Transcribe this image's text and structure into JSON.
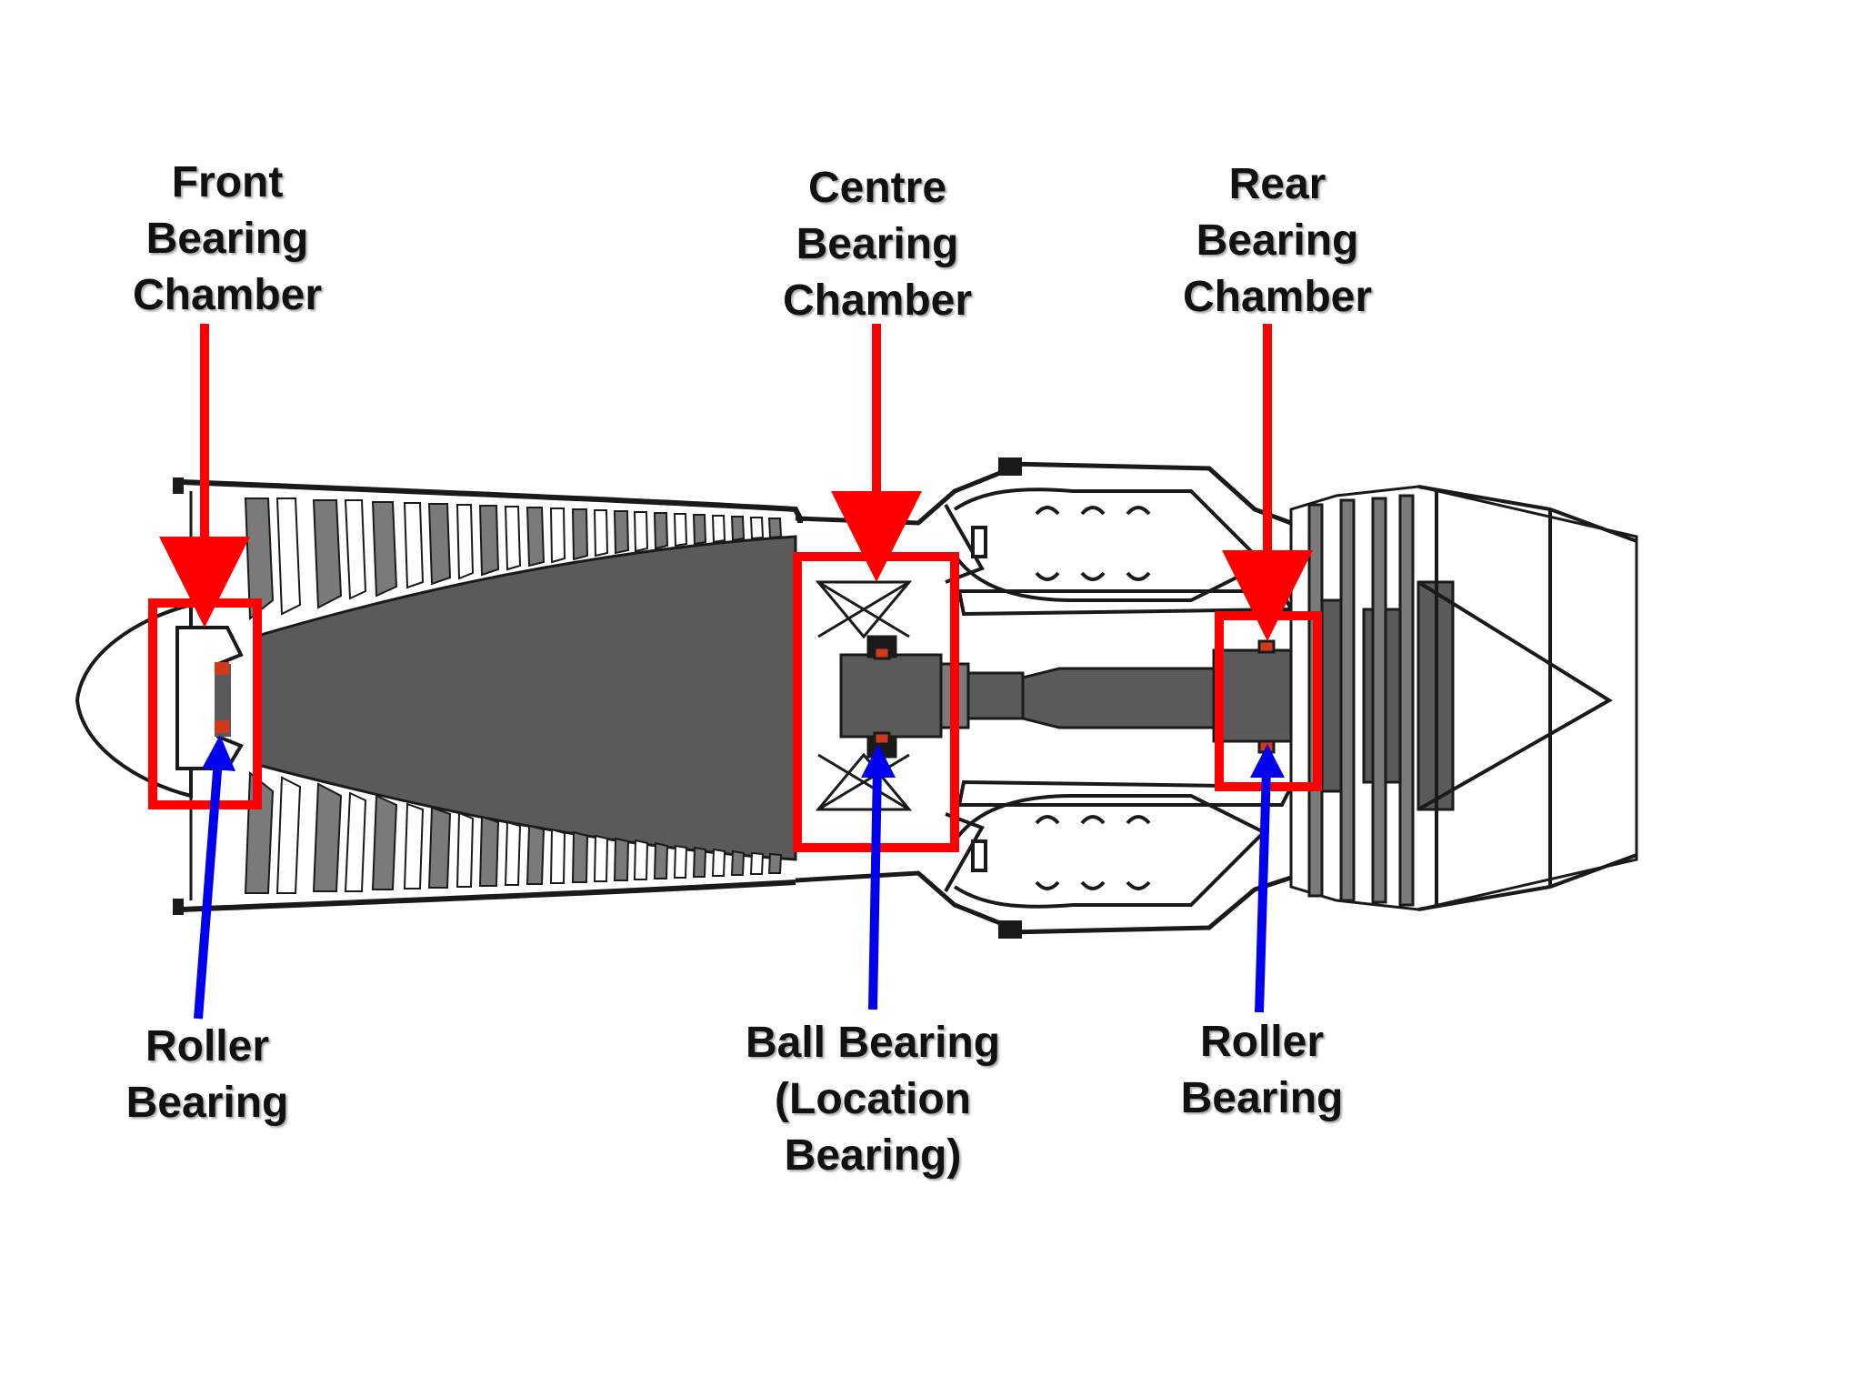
{
  "colors": {
    "chamber_marker": "#ff0000",
    "bearing_arrow": "#0000ee",
    "engine_dark": "#5a5a5a",
    "engine_mid": "#7a7a7a",
    "bearing_pad": "#d03a1a",
    "outline": "#1a1a1a"
  },
  "labels": {
    "front_chamber": [
      "Front",
      "Bearing",
      "Chamber"
    ],
    "centre_chamber": [
      "Centre",
      "Bearing",
      "Chamber"
    ],
    "rear_chamber": [
      "Rear",
      "Bearing",
      "Chamber"
    ],
    "front_roller": [
      "Roller",
      "Bearing"
    ],
    "ball_bearing": [
      "Ball Bearing",
      "(Location",
      "Bearing)"
    ],
    "rear_roller": [
      "Roller",
      "Bearing"
    ]
  }
}
